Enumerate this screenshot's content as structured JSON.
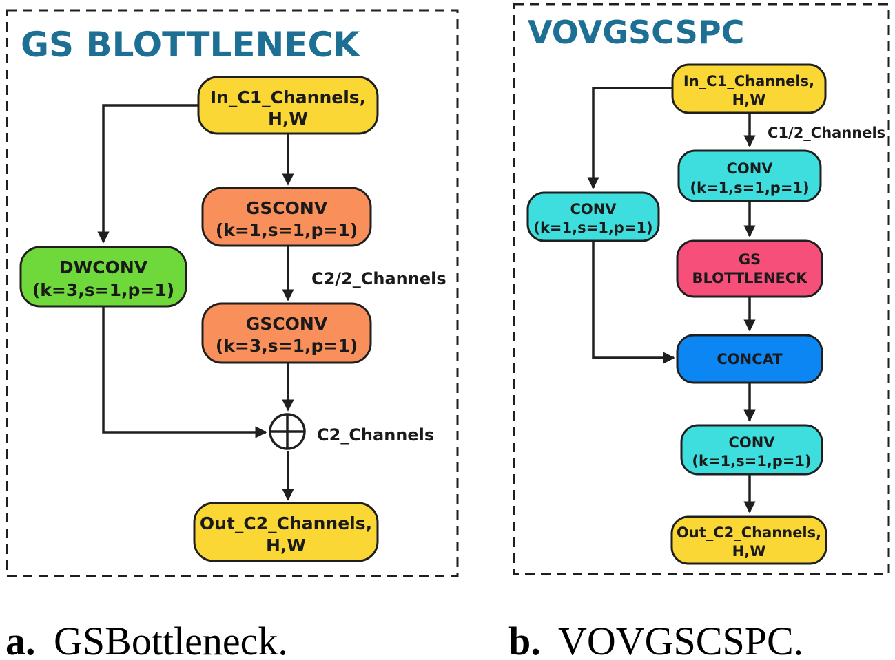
{
  "panel_a": {
    "title": "GS BLOTTLENECK",
    "nodes": {
      "input": {
        "line1": "In_C1_Channels,",
        "line2": "H,W",
        "color": "#fad734"
      },
      "gsconv1": {
        "line1": "GSCONV",
        "line2": "(k=1,s=1,p=1)",
        "color": "#f98f5a"
      },
      "gsconv2": {
        "line1": "GSCONV",
        "line2": "(k=3,s=1,p=1)",
        "color": "#f98f5a"
      },
      "dwconv": {
        "line1": "DWCONV",
        "line2": "(k=3,s=1,p=1)",
        "color": "#6fd83a"
      },
      "output": {
        "line1": "Out_C2_Channels,",
        "line2": "H,W",
        "color": "#fad734"
      }
    },
    "labels": {
      "mid_channels": "C2/2_Channels",
      "sum_channels": "C2_Channels"
    }
  },
  "panel_b": {
    "title": "VOVGSCSPC",
    "nodes": {
      "input": {
        "line1": "In_C1_Channels,",
        "line2": "H,W",
        "color": "#fad734"
      },
      "conv_side": {
        "line1": "CONV",
        "line2": "(k=1,s=1,p=1)",
        "color": "#3fdede"
      },
      "conv_main": {
        "line1": "CONV",
        "line2": "(k=1,s=1,p=1)",
        "color": "#3fdede"
      },
      "gs_bottleneck": {
        "line1": "GS",
        "line2": "BLOTTLENECK",
        "color": "#f54f7a"
      },
      "concat": {
        "line1": "CONCAT",
        "color": "#0c86f3"
      },
      "conv_out": {
        "line1": "CONV",
        "line2": "(k=1,s=1,p=1)",
        "color": "#3fdede"
      },
      "output": {
        "line1": "Out_C2_Channels,",
        "line2": "H,W",
        "color": "#fad734"
      }
    },
    "labels": {
      "half_channels": "C1/2_Channels"
    }
  },
  "captions": {
    "a_letter": "a.",
    "a_text": "GSBottleneck.",
    "b_letter": "b.",
    "b_text": "VOVGSCSPC."
  }
}
